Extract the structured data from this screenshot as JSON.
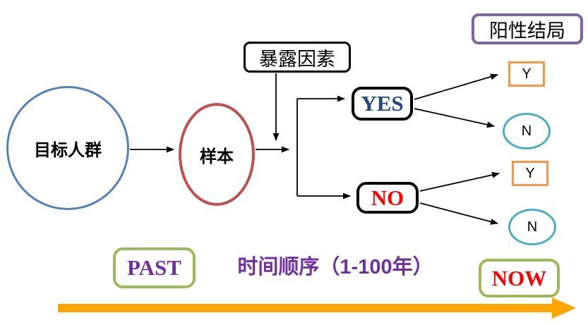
{
  "nodes": {
    "target_population": "目标人群",
    "sample": "样本",
    "exposure_factor": "暴露因素",
    "positive_outcome_header": "阳性结局",
    "exposed_yes": "YES",
    "exposed_no": "NO",
    "yes_outcome_positive": "Y",
    "yes_outcome_negative": "N",
    "no_outcome_positive": "Y",
    "no_outcome_negative": "N"
  },
  "timeline": {
    "past": "PAST",
    "axis_label": "时间顺序（1-100年）",
    "now": "NOW"
  },
  "colors": {
    "target_circle_border": "#4F81BD",
    "sample_ellipse_border": "#C0504D",
    "exposure_box_border": "#000000",
    "outcome_box_border": "#8064A2",
    "yes_no_box_border": "#000000",
    "yes_text": "#1F497D",
    "no_text": "#FF0000",
    "y_box_border": "#F79646",
    "n_circle_border": "#4BACC6",
    "past_now_box_border": "#9BBB59",
    "past_text": "#7030A0",
    "now_text": "#FF0000",
    "timeline_text": "#7030A0",
    "timeline_arrow": "#FFA500",
    "connector": "#000000"
  }
}
